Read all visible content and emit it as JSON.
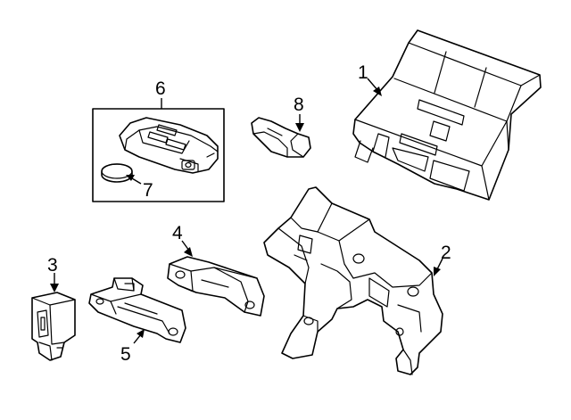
{
  "callouts": {
    "c1": "1",
    "c2": "2",
    "c3": "3",
    "c4": "4",
    "c5": "5",
    "c6": "6",
    "c7": "7",
    "c8": "8"
  },
  "colors": {
    "line": "#000000",
    "background": "#ffffff"
  },
  "icons": {
    "part1": "control-module-icon",
    "part2": "mounting-bracket-icon",
    "part3": "sensor-icon",
    "part4": "bracket-icon",
    "part5": "holder-icon",
    "part6": "key-fob-icon",
    "part7": "coin-battery-icon",
    "part8": "cover-icon"
  }
}
